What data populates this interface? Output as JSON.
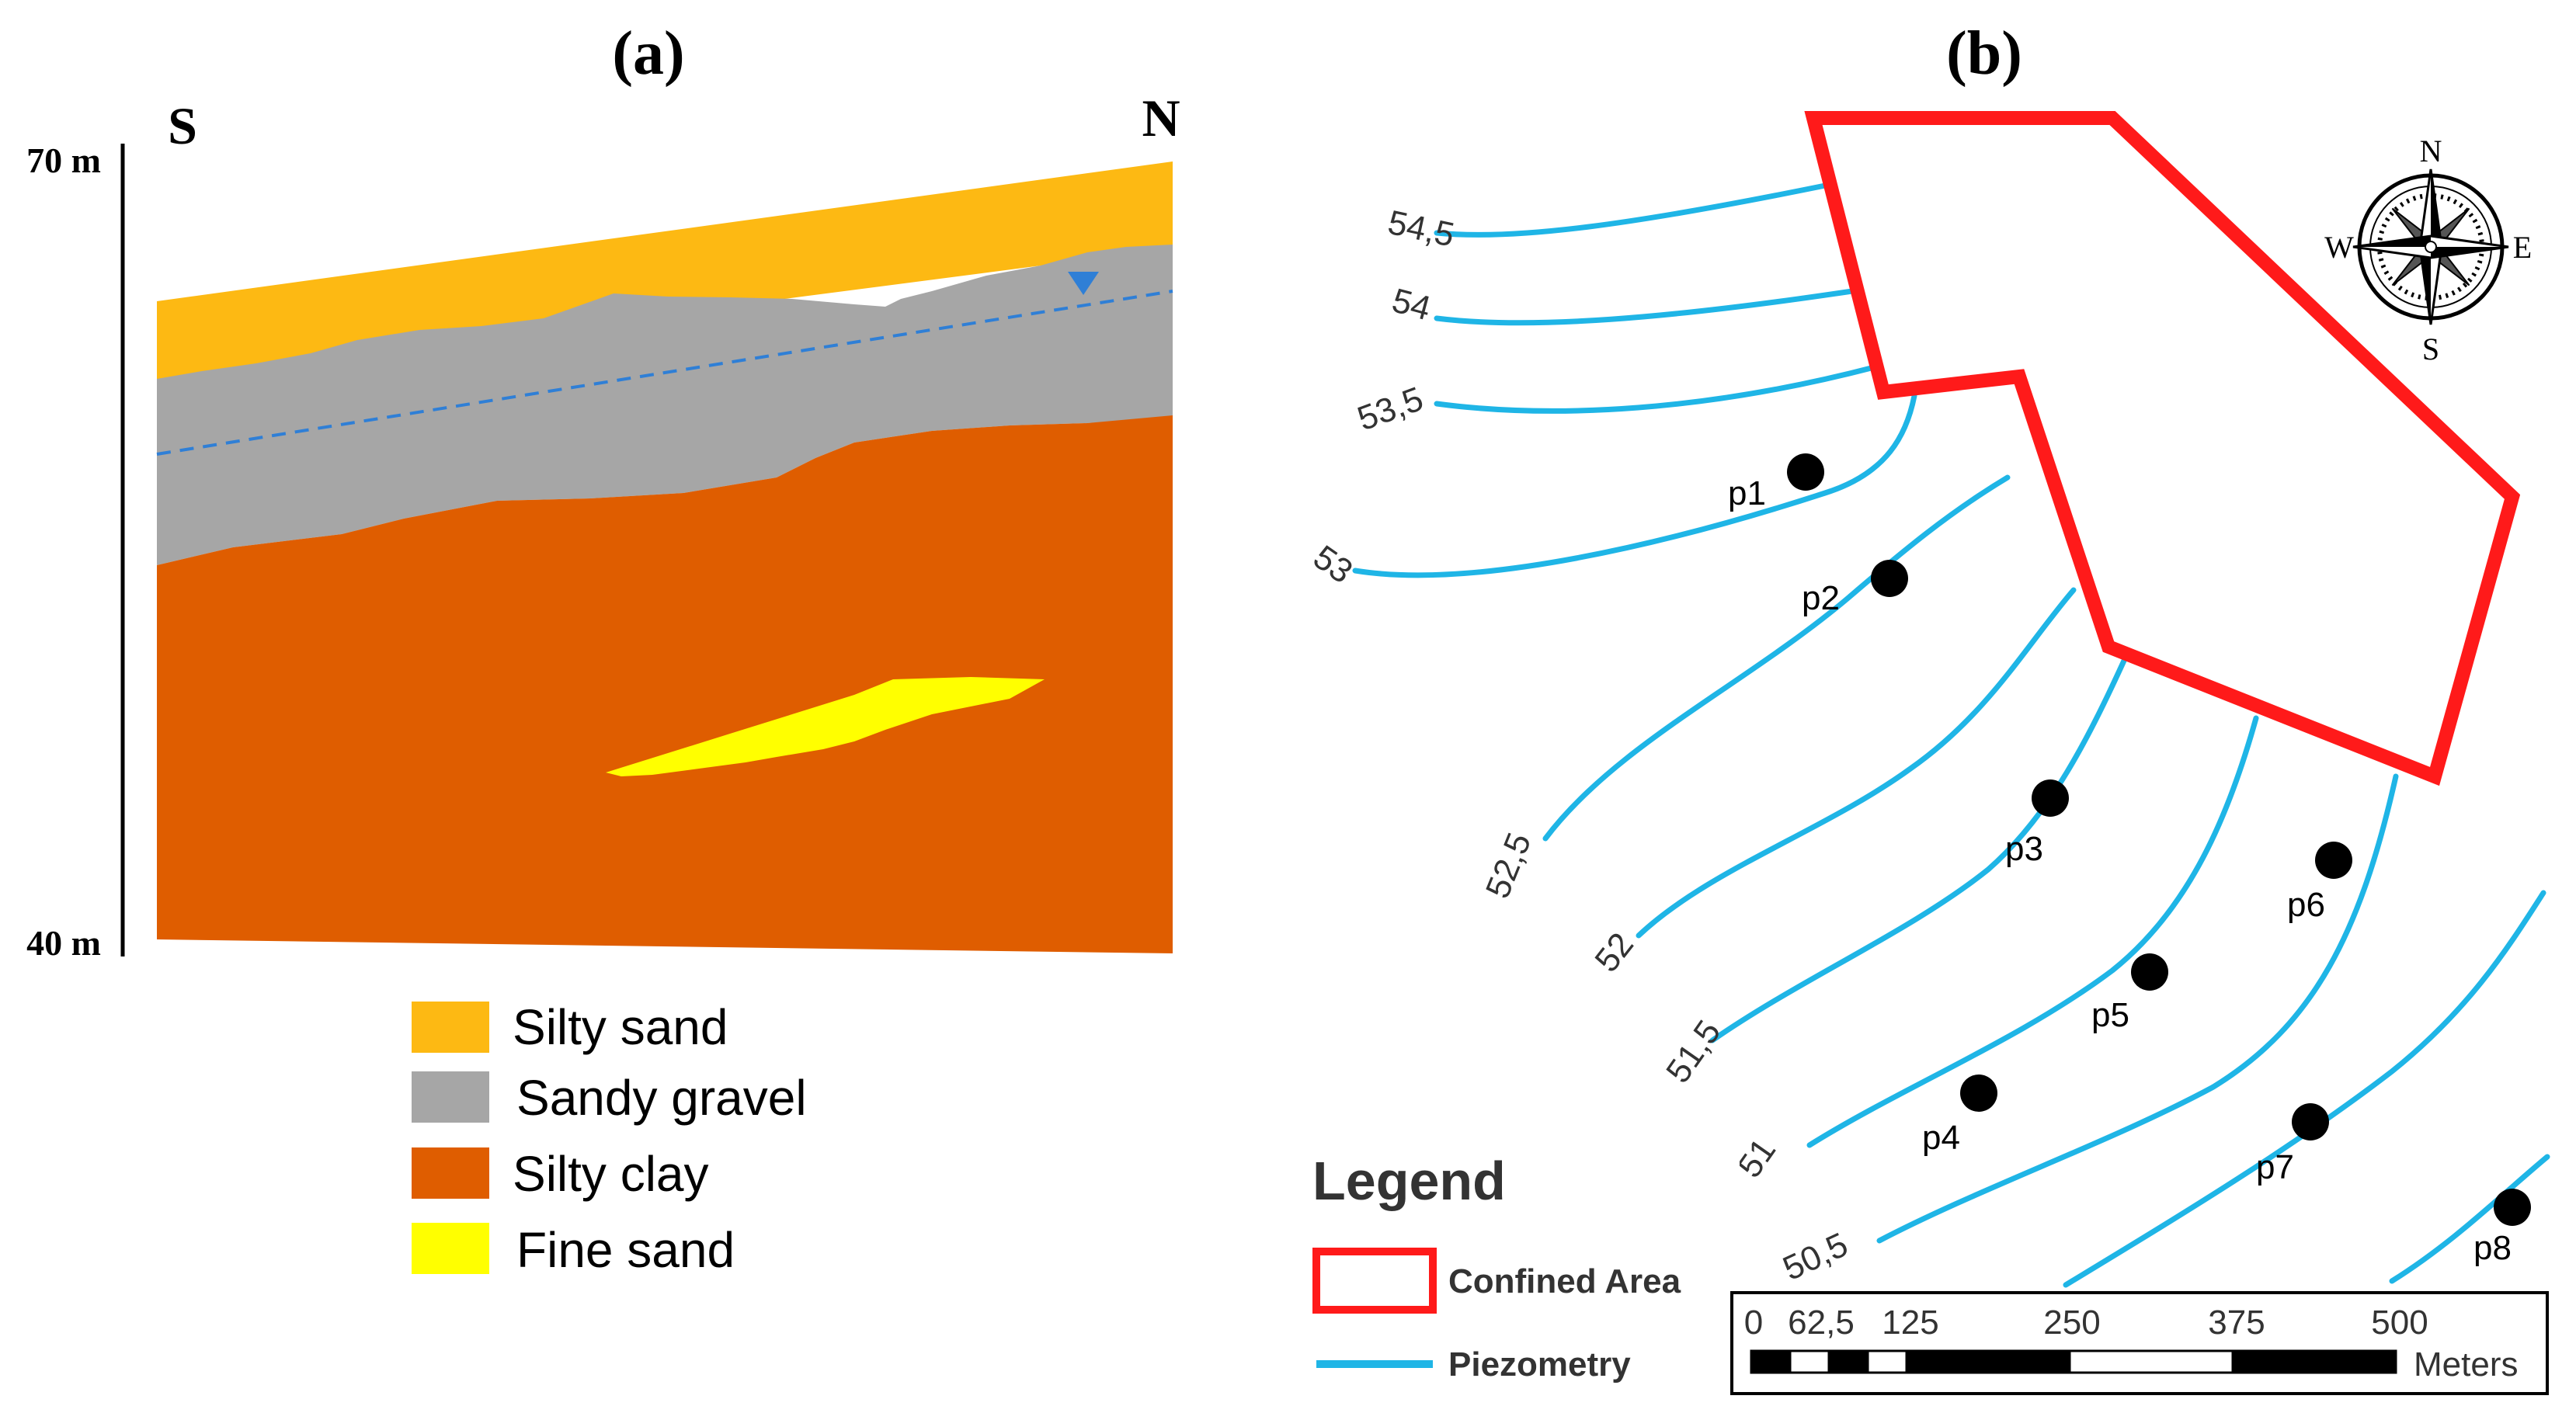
{
  "panel_a": {
    "title": "(a)",
    "direction_left": "S",
    "direction_right": "N",
    "elev_top": "70 m",
    "elev_bottom": "40 m",
    "legend": [
      {
        "label": "Silty sand",
        "color": "#fdb913"
      },
      {
        "label": "Sandy gravel",
        "color": "#a6a6a6"
      },
      {
        "label": "Silty clay",
        "color": "#df5d00"
      },
      {
        "label": "Fine sand",
        "color": "#ffff00"
      }
    ],
    "water_table_color": "#2f7fd6"
  },
  "panel_b": {
    "title": "(b)",
    "contours": [
      {
        "label": "54,5"
      },
      {
        "label": "54"
      },
      {
        "label": "53,5"
      },
      {
        "label": "53"
      },
      {
        "label": "52,5"
      },
      {
        "label": "52"
      },
      {
        "label": "51,5"
      },
      {
        "label": "51"
      },
      {
        "label": "50,5"
      }
    ],
    "piezometers": [
      "p1",
      "p2",
      "p3",
      "p4",
      "p5",
      "p6",
      "p7",
      "p8"
    ],
    "compass": {
      "n": "N",
      "s": "S",
      "e": "E",
      "w": "W"
    },
    "legend_title": "Legend",
    "legend_confined": "Confined Area",
    "legend_piezometry": "Piezometry",
    "scale_labels": [
      "0",
      "62,5",
      "125",
      "250",
      "375",
      "500"
    ],
    "scale_unit": "Meters",
    "contour_color": "#1fb5e6",
    "confined_color": "#ff1a1a"
  }
}
